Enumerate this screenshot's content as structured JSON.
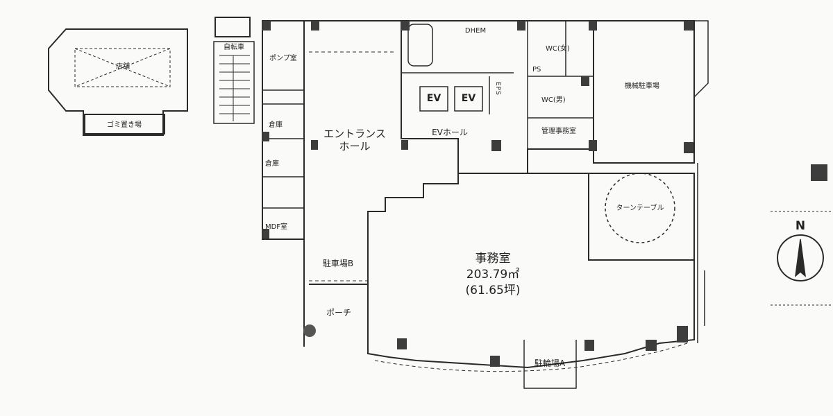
{
  "rooms": {
    "entrance_hall_line1": "エントランス",
    "entrance_hall_line2": "ホール",
    "ev_hall": "EVホール",
    "office_name": "事務室",
    "office_area_m2": "203.79㎡",
    "office_area_tsubo": "(61.65坪)",
    "turntable": "ターンテーブル",
    "porch": "ポーチ",
    "ev_1": "EV",
    "ev_2": "EV",
    "eps": "EPS",
    "ps": "PS",
    "wc_top": "WC(女)",
    "wc_bottom": "WC(男)",
    "management_office": "管理事務室",
    "pump_room": "ポンプ室",
    "parking_b": "駐車場B",
    "parking_a": "駐輪場A",
    "right_room": "機械駐車場",
    "left_room": "店舗",
    "left_room_lower": "ゴミ置き場",
    "small_top_left": "自転車",
    "small_mid1": "倉庫",
    "small_mid2": "倉庫",
    "small_mid3": "MDF室",
    "small_top_center": "DHEM"
  },
  "compass": {
    "label": "N"
  },
  "colors": {
    "line": "#2a2a2a",
    "column": "#3d3d3d",
    "paper": "#fafaf8"
  }
}
